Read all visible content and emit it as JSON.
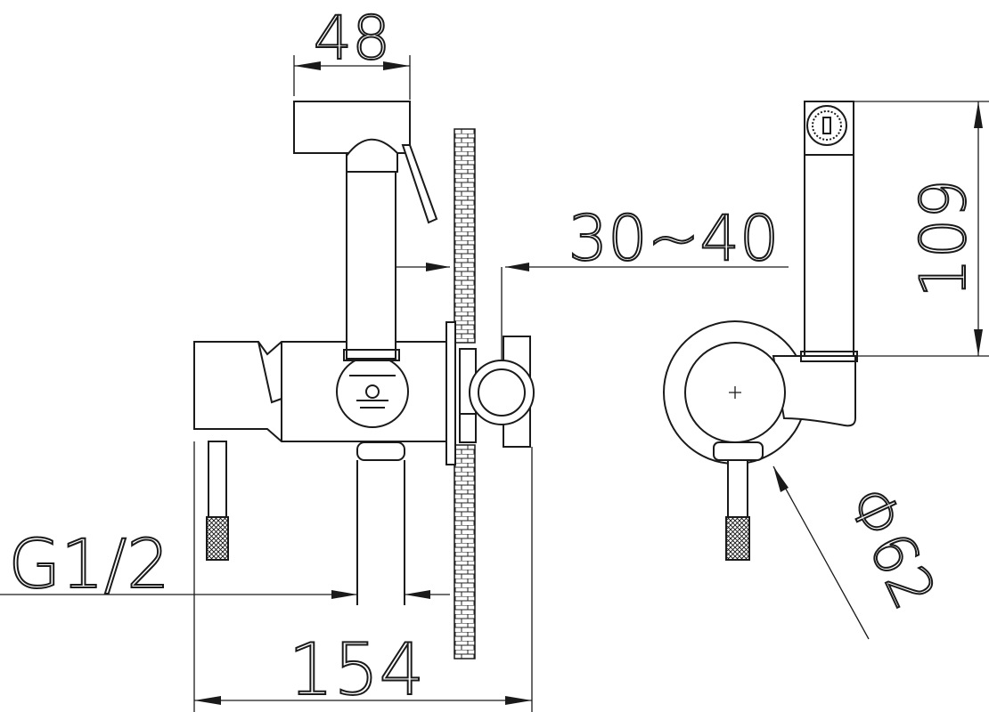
{
  "dimensions": {
    "width_top": "48",
    "wall_range": "30~40",
    "height_right": "109",
    "thread": "G1/2",
    "depth_bottom": "154",
    "diameter": "Φ62"
  },
  "colors": {
    "line": "#1a1a1a",
    "background": "#ffffff"
  }
}
